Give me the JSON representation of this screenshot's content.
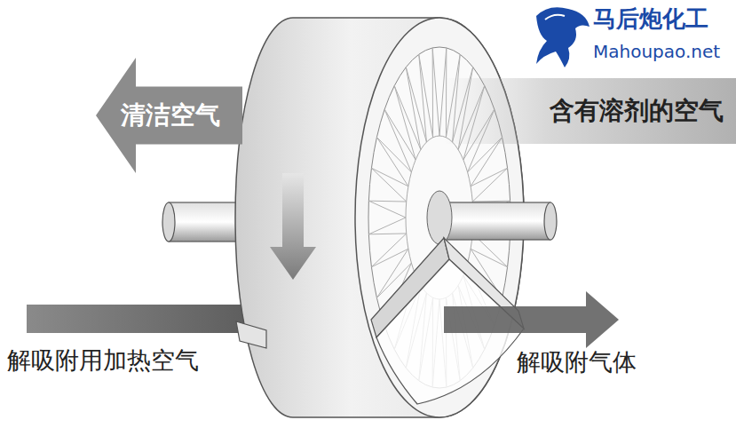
{
  "diagram": {
    "nodes": [
      {
        "text": [
          "清洁空气"
        ]
      },
      {
        "text": [
          "含有溶剂的空气"
        ]
      }
    ],
    "labels": [
      "解吸附用加热空气",
      "解吸附气体",
      "马后炮化工",
      "Mahoupao.net"
    ]
  }
}
